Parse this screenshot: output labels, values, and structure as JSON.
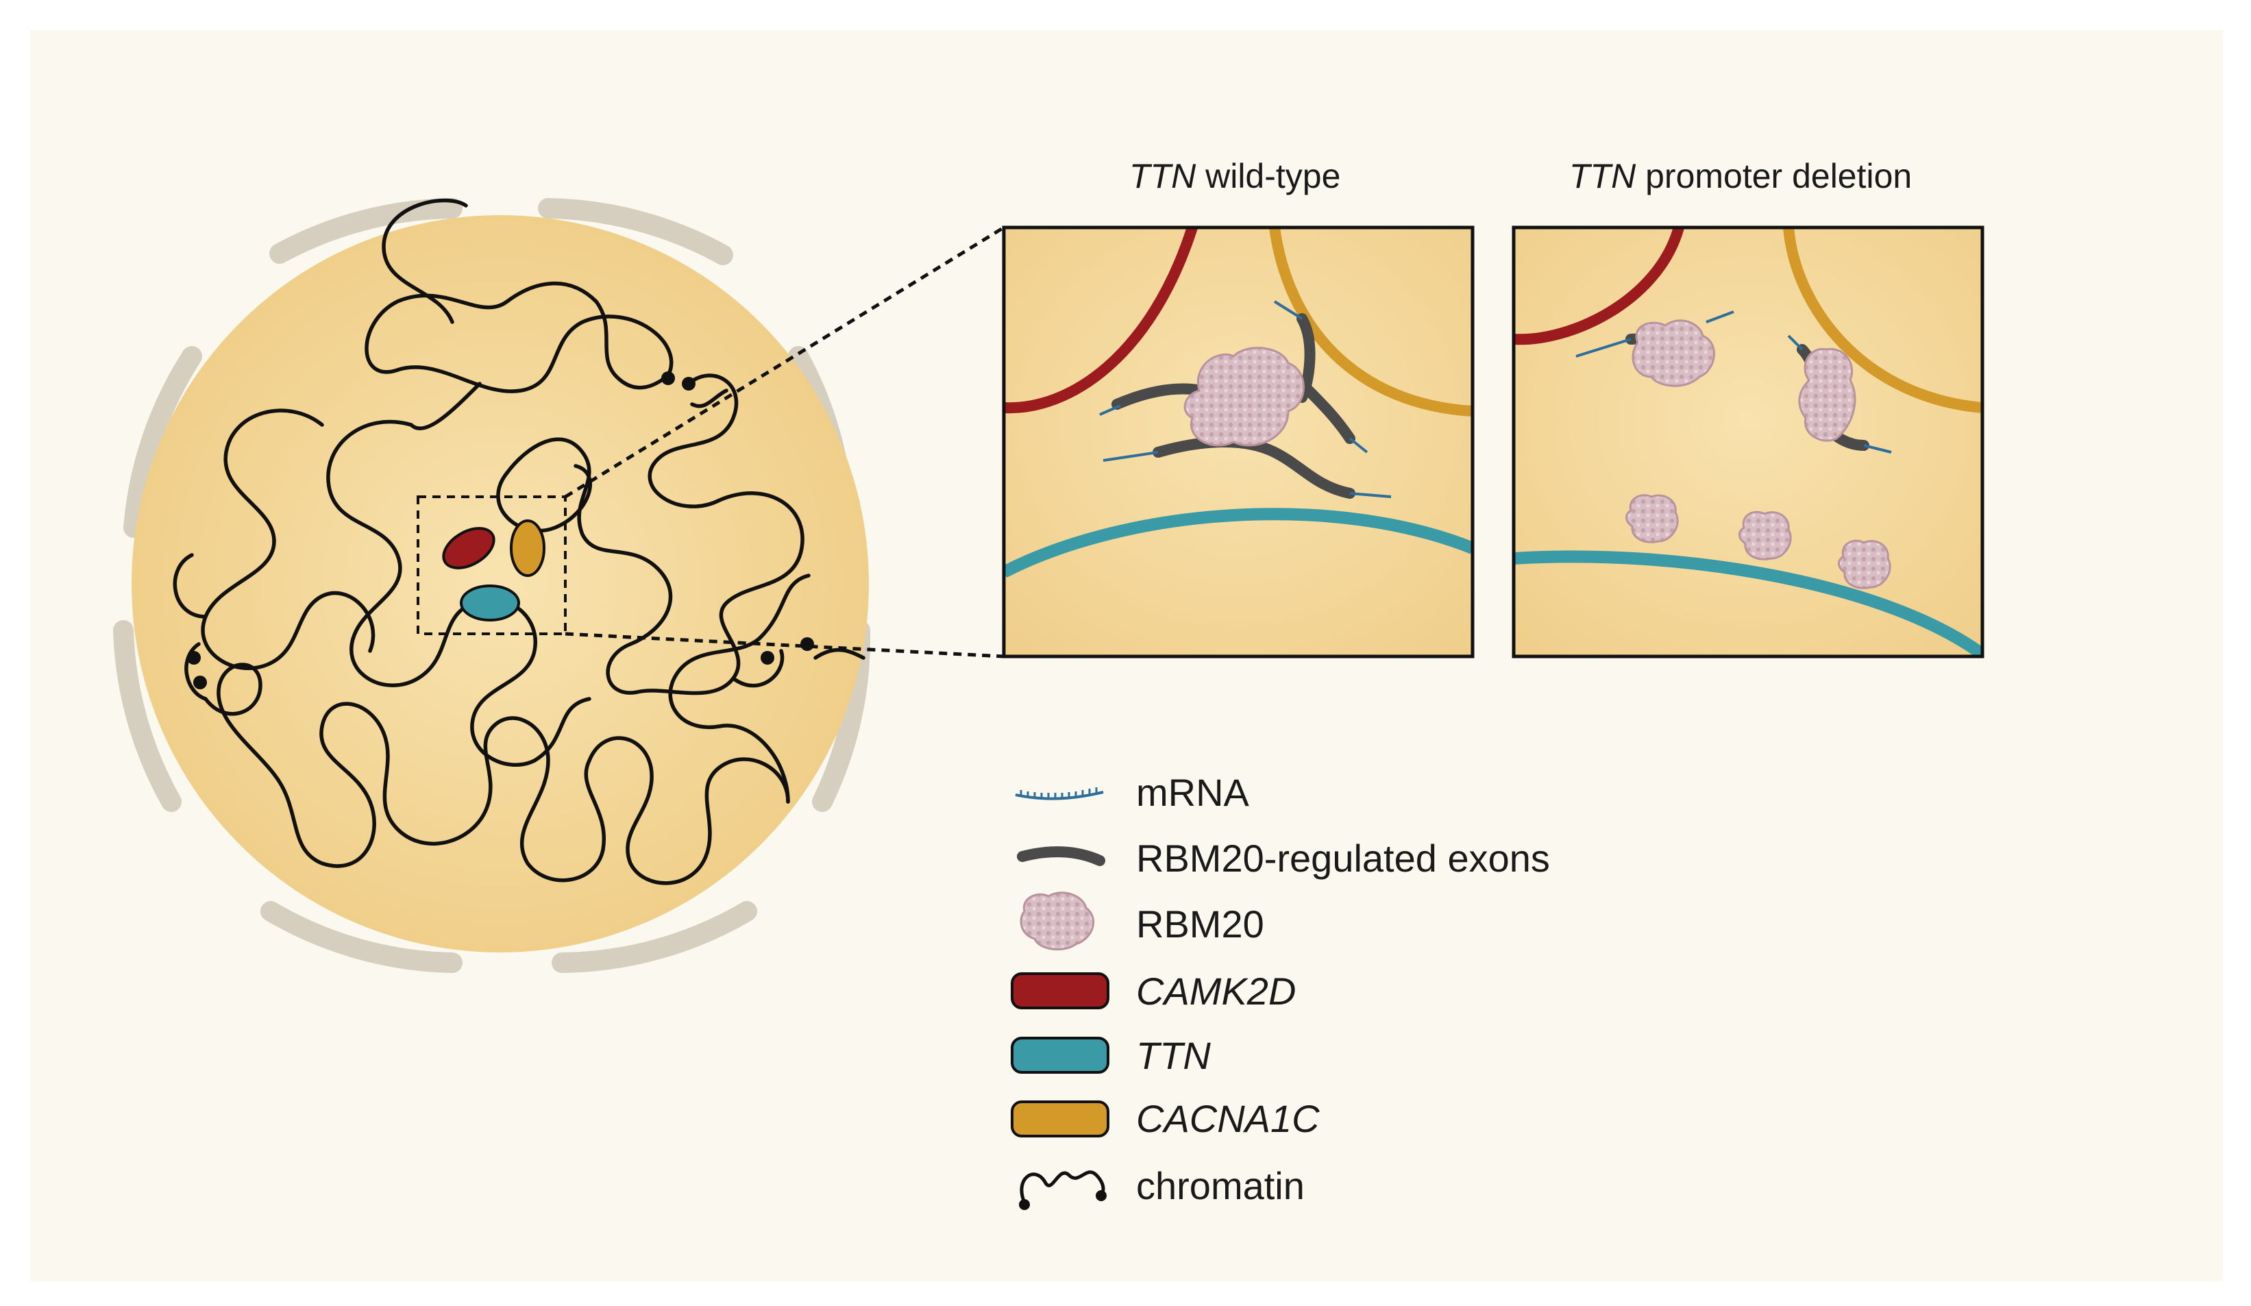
{
  "panels": [
    {
      "gene": "TTN",
      "suffix": "wild-type"
    },
    {
      "gene": "TTN",
      "suffix": "promoter deletion"
    }
  ],
  "legend": [
    {
      "key": "mrna",
      "label": "mRNA",
      "italic": false
    },
    {
      "key": "exons",
      "label": "RBM20-regulated exons",
      "italic": false
    },
    {
      "key": "rbm20",
      "label": "RBM20",
      "italic": false
    },
    {
      "key": "camk2d",
      "label": "CAMK2D",
      "italic": true,
      "color": "#9b1b1f"
    },
    {
      "key": "ttn",
      "label": "TTN",
      "italic": true,
      "color": "#3a9aa6"
    },
    {
      "key": "cacna1c",
      "label": "CACNA1C",
      "italic": true,
      "color": "#d39a2a"
    },
    {
      "key": "chromatin",
      "label": "chromatin",
      "italic": false
    }
  ],
  "colors": {
    "background": "#fbf8f0",
    "nucleus": "#f3d493",
    "envelope": "#d9d2c4",
    "camk2d": "#9b1b1f",
    "ttn": "#3a9aa6",
    "cacna1c": "#d39a2a",
    "exon": "#4a4a4a",
    "mrna": "#2d6e9a",
    "rbm20": "#d8bcc4"
  }
}
